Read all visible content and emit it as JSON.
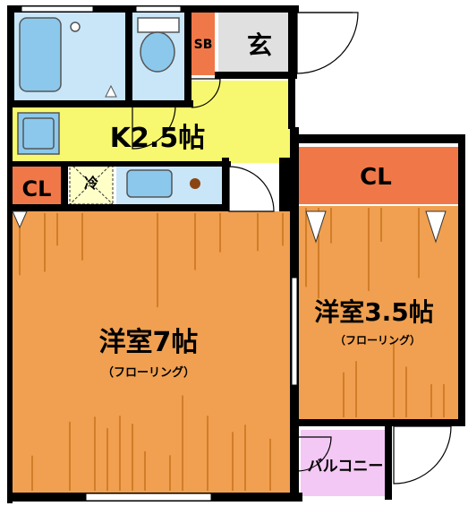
{
  "colors": {
    "wall": "#000000",
    "floor_wood": "#F0A050",
    "floor_wood_line": "#B35A00",
    "kitchen": "#F8F870",
    "bath": "#C8E6F8",
    "bath_fixture": "#8CC8EC",
    "closet": "#F07848",
    "shoebox": "#F07848",
    "entrance": "#E0E0E0",
    "balcony": "#F4C8F4",
    "fridge": "#FFFFC8"
  },
  "rooms": {
    "kitchen": {
      "label": "K2.5帖"
    },
    "western_large": {
      "label": "洋室7帖",
      "sub": "（フローリング）"
    },
    "western_small": {
      "label": "洋室3.5帖",
      "sub": "（フローリング）"
    },
    "closet_left": {
      "label": "CL"
    },
    "closet_right": {
      "label": "CL"
    },
    "shoebox": {
      "label": "SB"
    },
    "entrance": {
      "label": "玄"
    },
    "fridge": {
      "label": "冷"
    },
    "balcony": {
      "label": "バルコニー"
    }
  },
  "icons": [
    "bathtub-icon",
    "toilet-icon",
    "sink-icon",
    "fridge-icon",
    "stove-icon"
  ]
}
